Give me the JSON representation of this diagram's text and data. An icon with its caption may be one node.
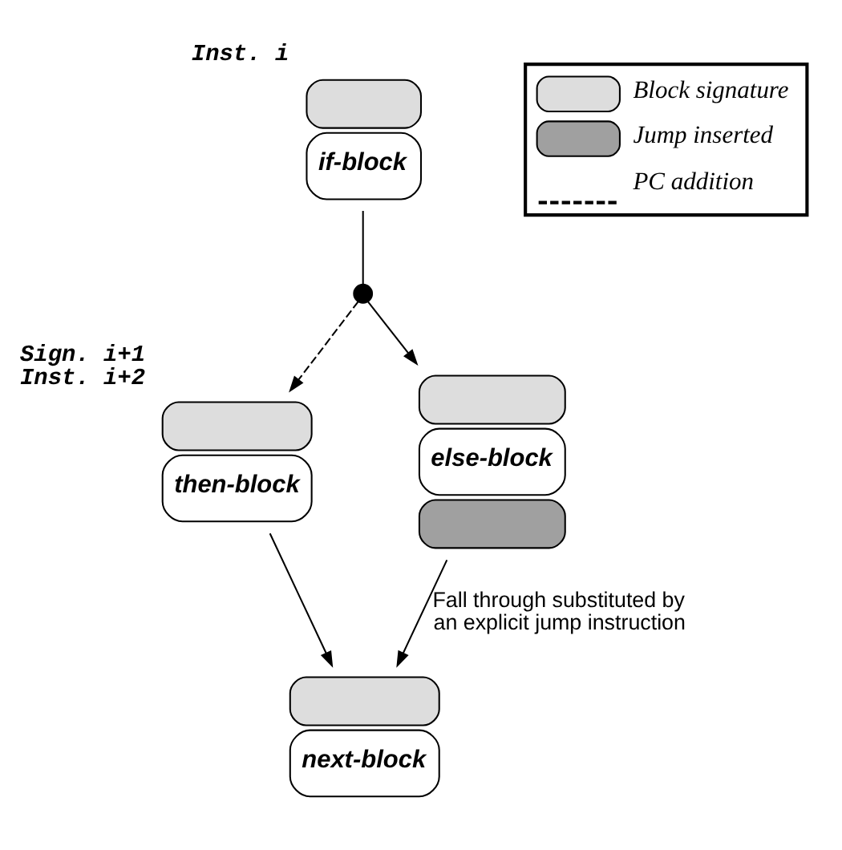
{
  "diagram": {
    "nodes": [
      {
        "text": [
          "if-block"
        ],
        "beside": [
          "Inst. i"
        ]
      },
      {
        "text": [],
        "shape": "circle"
      },
      {
        "text": [
          "then-block"
        ],
        "beside": [
          "Sign. i+1",
          "Inst. i+2"
        ]
      },
      {
        "text": [
          "else-block"
        ]
      },
      {
        "text": [
          "next-block"
        ]
      }
    ],
    "edges": [
      {
        "from": 0,
        "to": 1,
        "arrow": "none"
      },
      {
        "from": 1,
        "to": 2,
        "arrow": "to",
        "style": "dashed"
      },
      {
        "from": 1,
        "to": 3,
        "arrow": "to"
      },
      {
        "from": 2,
        "to": 4,
        "arrow": "to"
      },
      {
        "from": 3,
        "to": 4,
        "arrow": "to",
        "label": "Fall through substituted by an explicit jump instruction"
      }
    ],
    "legend": [
      {
        "text": "Block signature",
        "color": "#dddddd"
      },
      {
        "text": "Jump inserted",
        "color": "#a0a0a0"
      },
      {
        "text": "PC addition"
      }
    ]
  }
}
